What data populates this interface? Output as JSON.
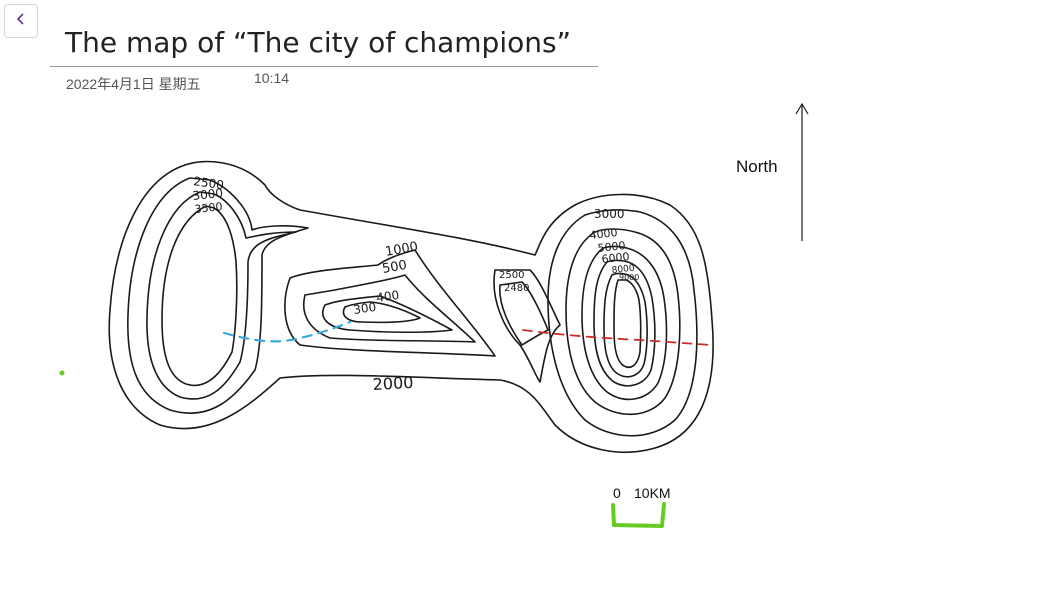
{
  "page": {
    "title": "The map of “The city of champions”",
    "date": "2022年4月1日 星期五",
    "time": "10:14"
  },
  "toolbar": {
    "back_icon": "chevron-left-icon"
  },
  "map": {
    "north_label": "North",
    "scale": {
      "start": "0",
      "end": "10KM"
    },
    "contour_labels": {
      "west_2500": "2500",
      "west_3000": "3000",
      "west_3500": "3500",
      "center_1000": "1000",
      "center_500": "500",
      "center_400": "400",
      "center_300": "300",
      "south_2000": "2000",
      "gap_2500": "2500",
      "gap_2480": "2480",
      "east_3000": "3000",
      "east_4000": "4000",
      "east_5000": "5000",
      "east_6000": "6000",
      "east_8000": "8000",
      "east_9000": "9000"
    },
    "colors": {
      "ink": "#1a1a1a",
      "blue_route": "#3aa8e0",
      "red_route": "#cc2b2b",
      "scale_bar": "#66cc22",
      "dot": "#66cc22"
    }
  }
}
